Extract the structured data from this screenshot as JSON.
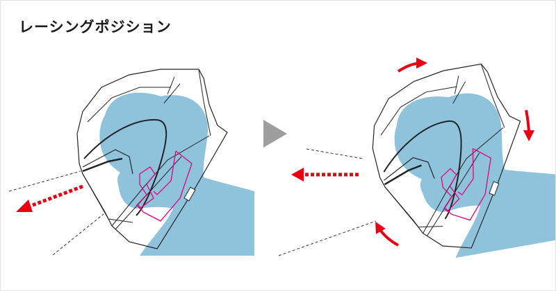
{
  "title": "レーシングポジション",
  "colors": {
    "head": "#8fc3dc",
    "arrow_red": "#e60012",
    "liner_pink": "#e4007f",
    "next_arrow": "#9e9e9e",
    "outline": "#222222"
  },
  "panels": [
    {
      "name": "before",
      "arrows": [
        "sightline-arrow-down-left"
      ]
    },
    {
      "name": "after",
      "arrows": [
        "sightline-arrow-forward",
        "rotate-arrow-top",
        "rotate-arrow-back",
        "rotate-arrow-chin"
      ]
    }
  ]
}
